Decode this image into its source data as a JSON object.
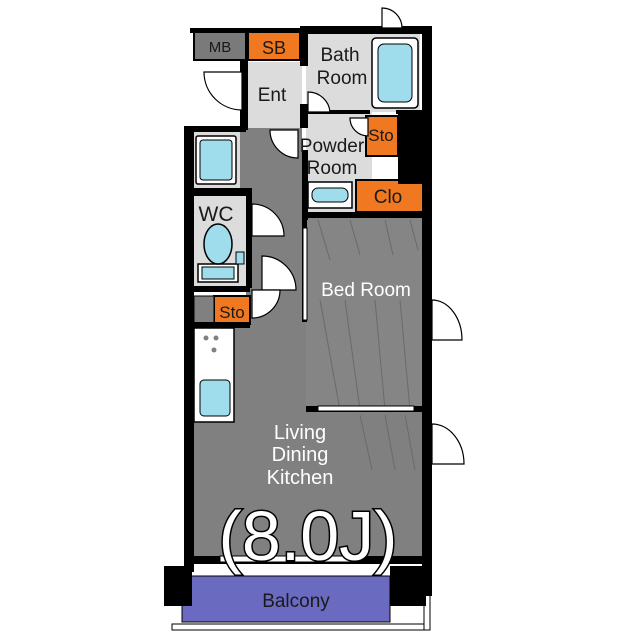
{
  "rooms": {
    "mb": "MB",
    "sb": "SB",
    "bath_line1": "Bath",
    "bath_line2": "Room",
    "entrance": "Ent",
    "storage_top": "Sto",
    "powder_line1": "Powder",
    "powder_line2": "Room",
    "closet": "Clo",
    "wc": "WC",
    "bedroom": "Bed Room",
    "storage_left": "Sto",
    "ldk_line1": "Living",
    "ldk_line2": "Dining",
    "ldk_line3": "Kitchen",
    "ldk_size": "(8.0J)",
    "balcony": "Balcony"
  },
  "colors": {
    "wall": "#000000",
    "floor": "#808080",
    "wet_area": "#dcdcdc",
    "fixture": "#9fdcec",
    "storage": "#f07820",
    "balcony": "#6a6ac0",
    "mb_box": "#7a7a7a"
  }
}
